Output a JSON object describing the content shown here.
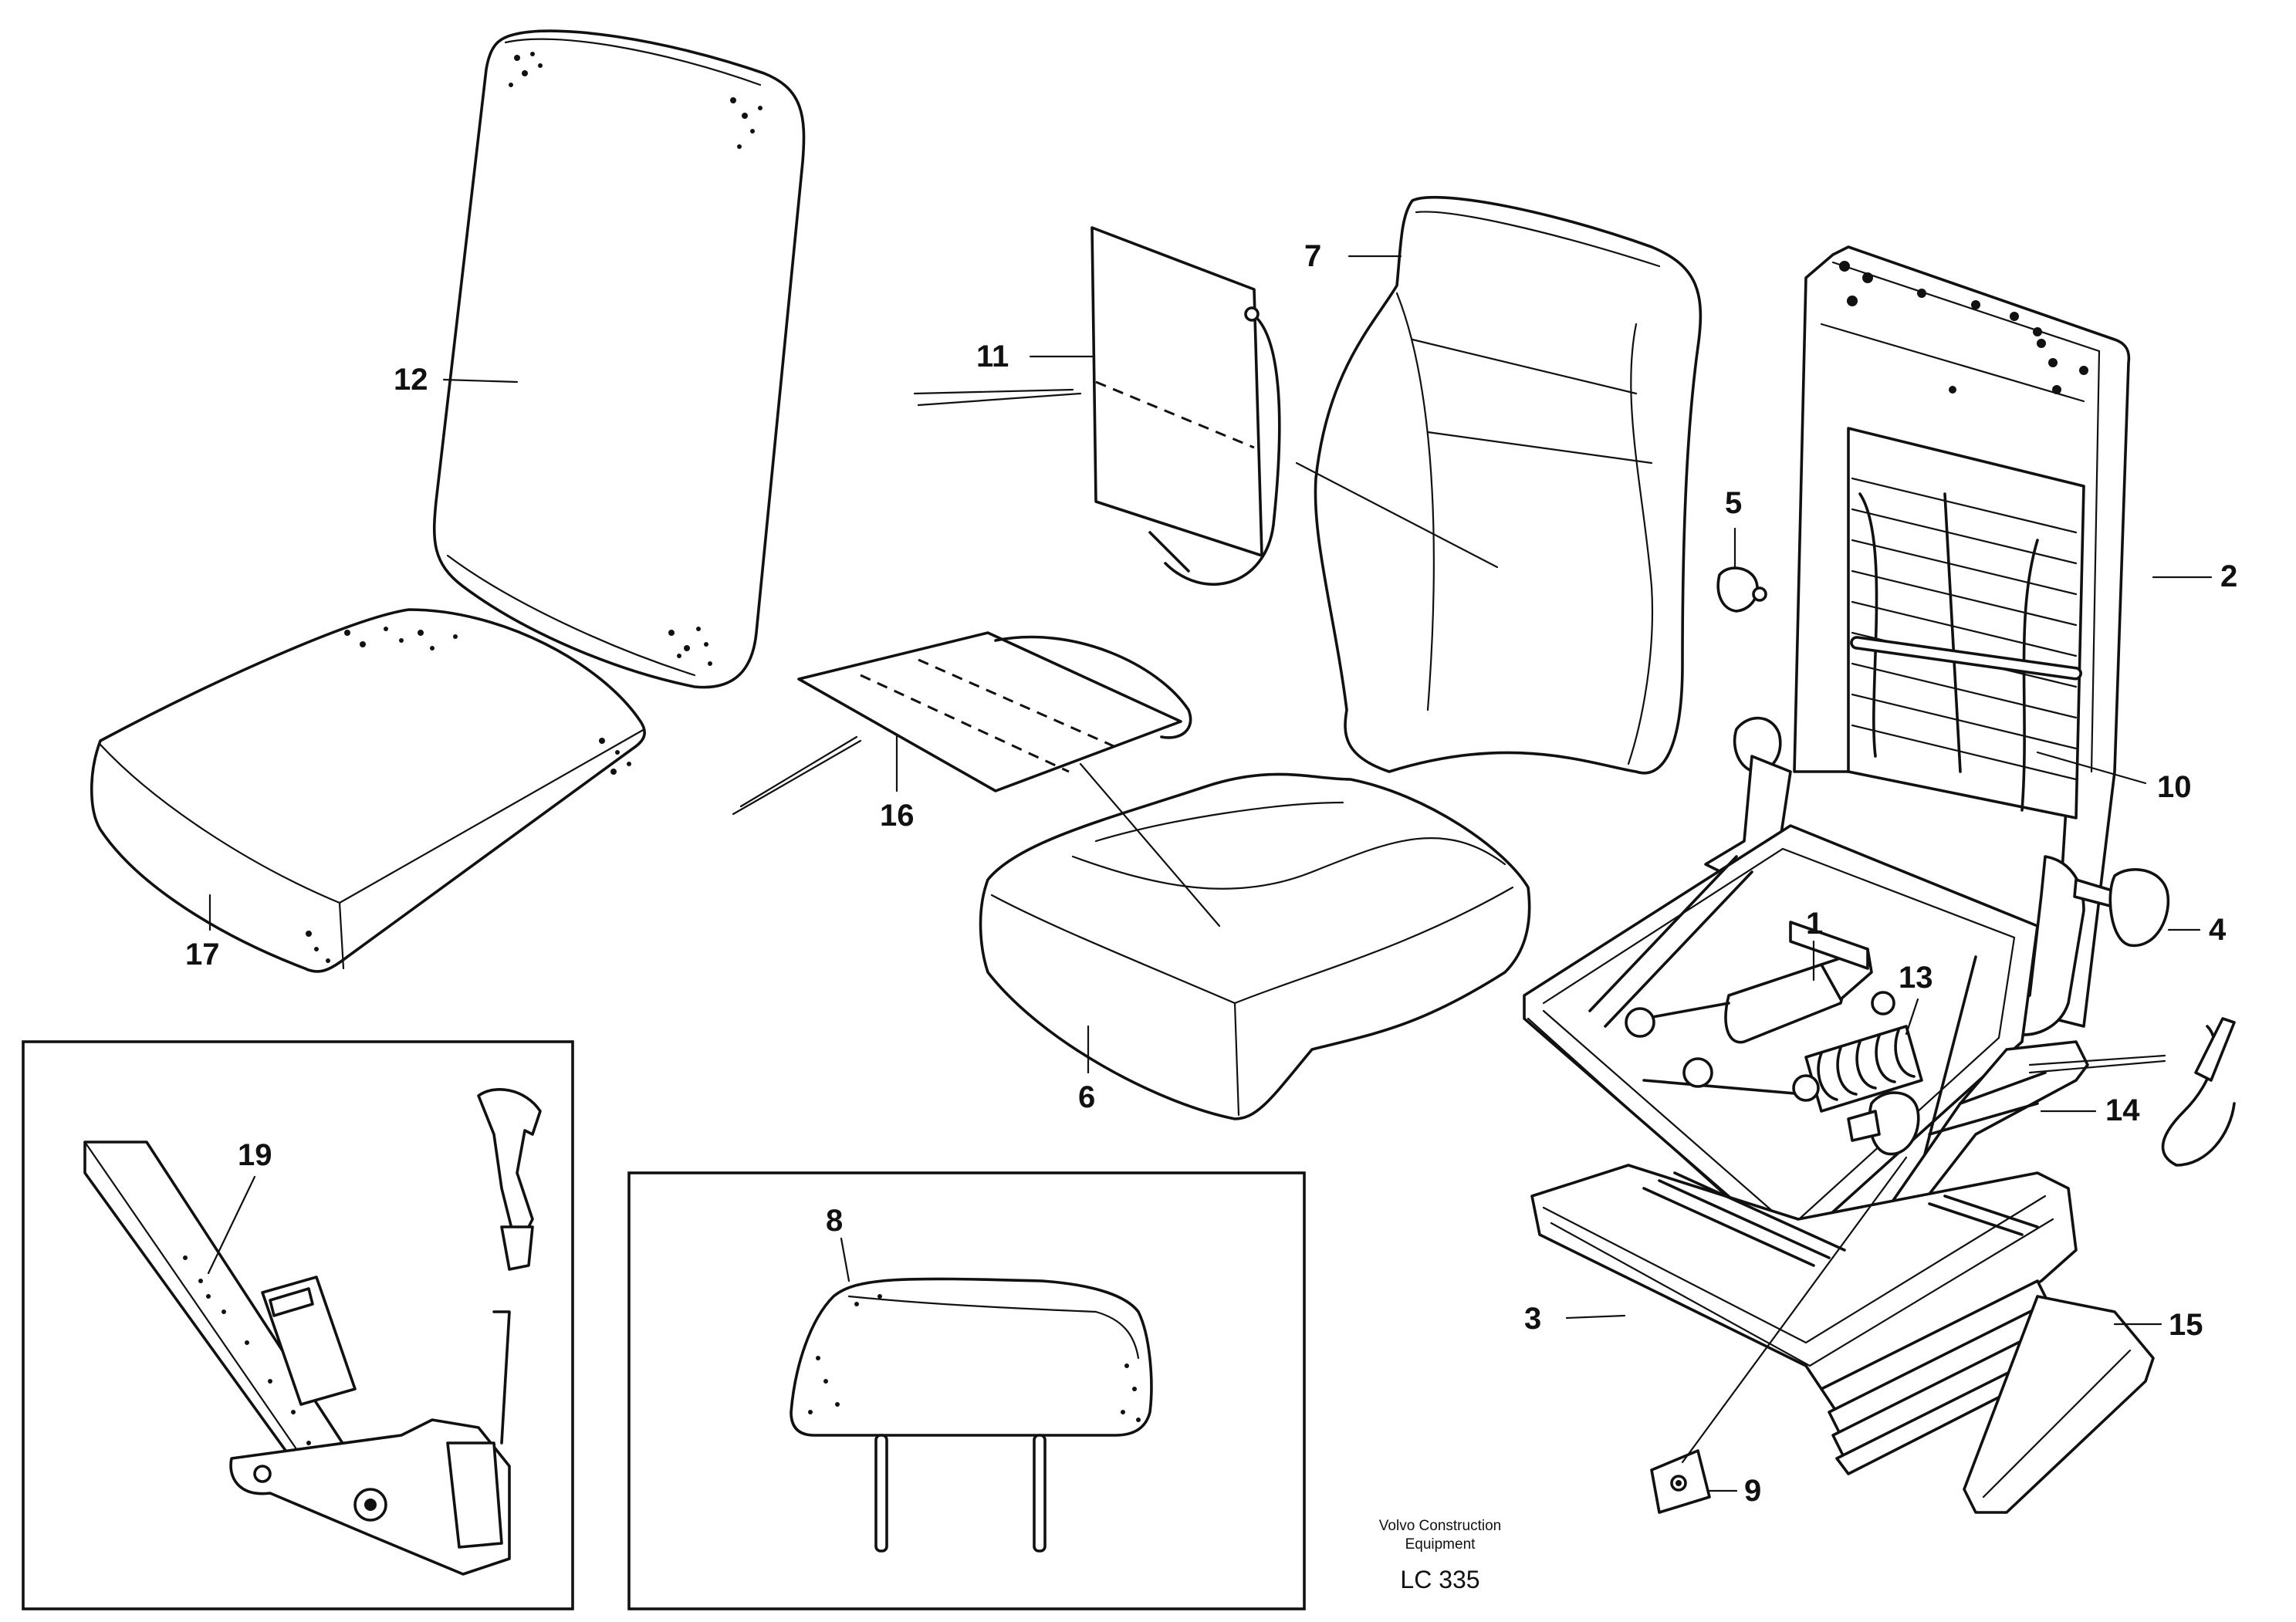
{
  "callouts": {
    "c1": "1",
    "c2": "2",
    "c3": "3",
    "c4": "4",
    "c5": "5",
    "c6": "6",
    "c7": "7",
    "c8": "8",
    "c9": "9",
    "c10": "10",
    "c11": "11",
    "c12": "12",
    "c13": "13",
    "c14": "14",
    "c15": "15",
    "c16": "16",
    "c17": "17",
    "c19": "19"
  },
  "caption": {
    "line1": "Volvo Construction",
    "line2": "Equipment",
    "code": "LC 335"
  }
}
